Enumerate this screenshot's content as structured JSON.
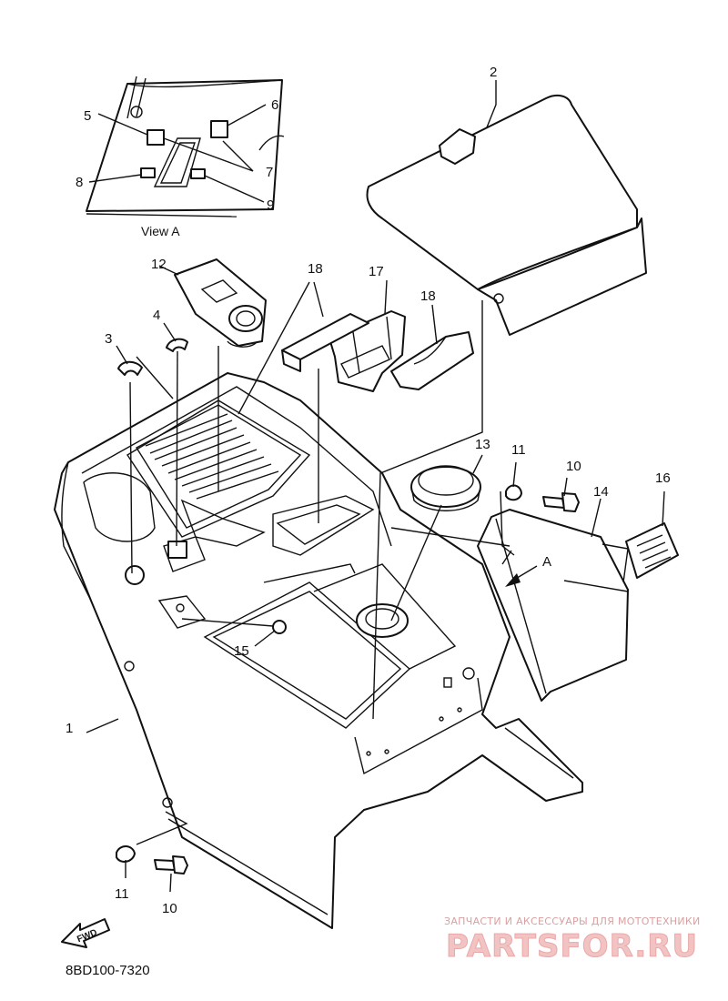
{
  "callouts": {
    "c1": "1",
    "c2": "2",
    "c3": "3",
    "c4": "4",
    "c5": "5",
    "c6": "6",
    "c7": "7",
    "c8": "8",
    "c9": "9",
    "c10a": "10",
    "c10b": "10",
    "c11a": "11",
    "c11b": "11",
    "c12": "12",
    "c13": "13",
    "c14": "14",
    "c15": "15",
    "c16": "16",
    "c17": "17",
    "c18a": "18",
    "c18b": "18"
  },
  "view_a_caption": "View A",
  "view_arrow_label": "A",
  "fwd_label": "FWD",
  "diagram_code": "8BD100-7320",
  "watermark": {
    "tagline": "ЗАПЧАСТИ И АКСЕССУАРЫ ДЛЯ МОТОТЕХНИКИ",
    "logo": "PARTSFOR.RU"
  }
}
